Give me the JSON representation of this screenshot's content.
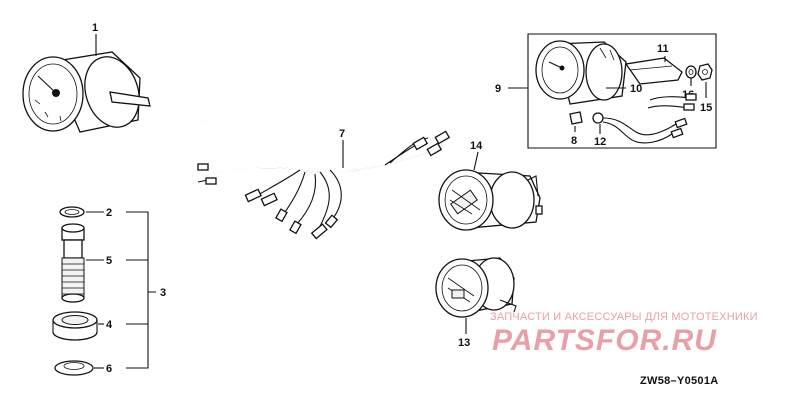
{
  "callouts": {
    "c1": "1",
    "c2": "2",
    "c3": "3",
    "c4": "4",
    "c5": "5",
    "c6": "6",
    "c7": "7",
    "c8": "8",
    "c9": "9",
    "c10": "10",
    "c11": "11",
    "c12": "12",
    "c13": "13",
    "c14": "14",
    "c15": "15",
    "c16": "16"
  },
  "watermark": {
    "subtitle": "ЗАПЧАСТИ И АКСЕССУАРЫ ДЛЯ МОТОТЕХНИКИ",
    "brand": "PARTSFOR.RU"
  },
  "diagram_code": "ZW58–Y0501A",
  "colors": {
    "line": "#111111",
    "watermark": "#e8a0a8",
    "background": "#ffffff"
  }
}
